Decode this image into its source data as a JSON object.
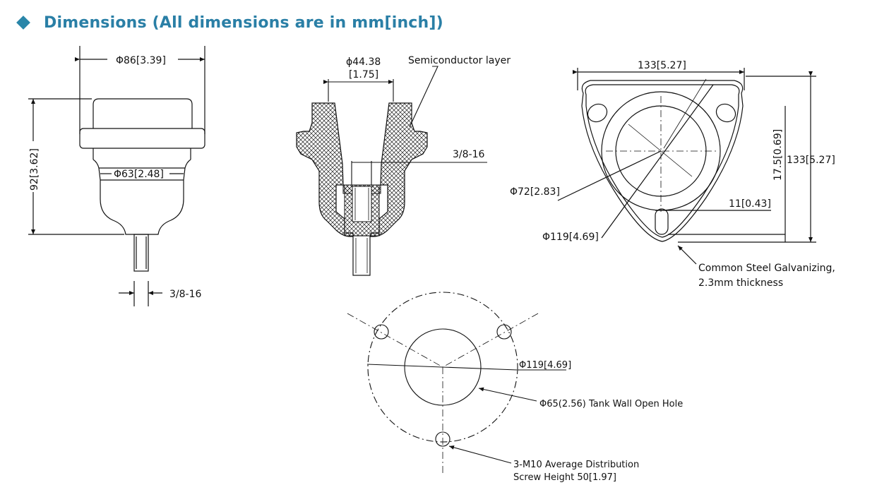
{
  "header": {
    "title": "Dimensions (All dimensions are in mm[inch])",
    "accent_color": "#2a7fa6",
    "bullet_icon": "diamond-icon"
  },
  "side_view": {
    "width_label": "Φ86[3.39]",
    "height_label": "92[3.62]",
    "inner_diameter_label": "Φ63[2.48]",
    "thread_label": "3/8-16"
  },
  "section_view": {
    "diameter_label": "ϕ44.38",
    "diameter_inch_label": "[1.75]",
    "layer_label": "Semiconductor layer",
    "thread_label": "3/8-16"
  },
  "flange_view": {
    "width_label": "133[5.27]",
    "height_label": "133[5.27]",
    "side_label": "17.5[0.69]",
    "inner_diameter_label": "Φ72[2.83]",
    "offset_label": "11[0.43]",
    "outer_diameter_label": "Φ119[4.69]",
    "material_line1": "Common Steel Galvanizing,",
    "material_line2": "2.3mm thickness"
  },
  "hole_view": {
    "pcd_label": "Φ119[4.69]",
    "hole_label": "Φ65(2.56) Tank Wall Open Hole",
    "screw_line1": "3-M10 Average Distribution",
    "screw_line2": "Screw  Height 50[1.97]"
  }
}
